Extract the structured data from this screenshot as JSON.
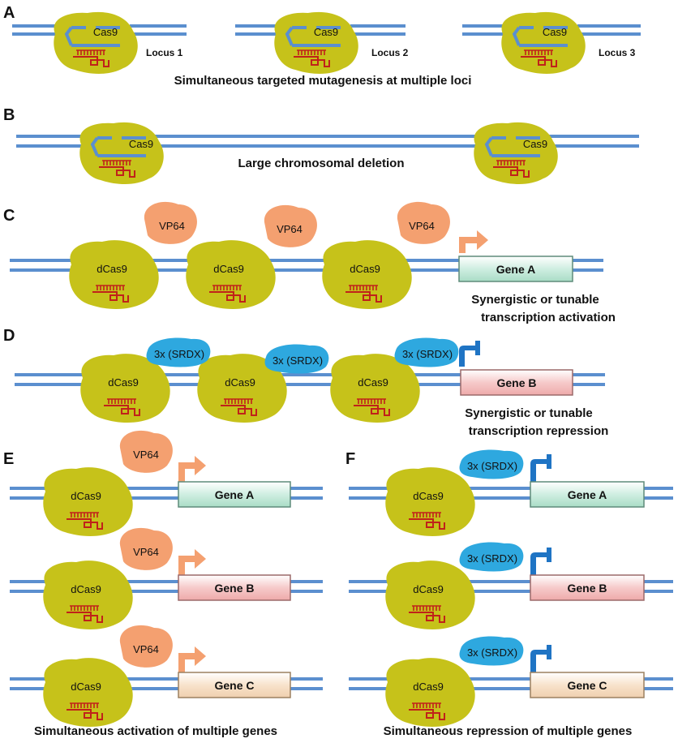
{
  "panels": {
    "A": {
      "label": "A",
      "cas9_label": "Cas9",
      "loci": [
        "Locus 1",
        "Locus 2",
        "Locus 3"
      ],
      "caption": "Simultaneous targeted mutagenesis at multiple loci"
    },
    "B": {
      "label": "B",
      "cas9_label": "Cas9",
      "caption": "Large chromosomal deletion"
    },
    "C": {
      "label": "C",
      "dcas9_label": "dCas9",
      "effector": "VP64",
      "gene": "Gene A",
      "caption_line1": "Synergistic  or tunable",
      "caption_line2": "transcription activation"
    },
    "D": {
      "label": "D",
      "dcas9_label": "dCas9",
      "effector": "3x (SRDX)",
      "gene": "Gene B",
      "caption_line1": "Synergistic or tunable",
      "caption_line2": "transcription repression"
    },
    "E": {
      "label": "E",
      "dcas9_label": "dCas9",
      "effector": "VP64",
      "genes": [
        "Gene A",
        "Gene B",
        "Gene C"
      ],
      "caption": "Simultaneous activation of multiple genes"
    },
    "F": {
      "label": "F",
      "dcas9_label": "dCas9",
      "effector": "3x (SRDX)",
      "genes": [
        "Gene A",
        "Gene B",
        "Gene C"
      ],
      "caption": "Simultaneous repression of multiple genes"
    }
  },
  "colors": {
    "dna": "#5b8fcf",
    "cas9_body": "#c6c21a",
    "guide_rna": "#c0221a",
    "vp64": "#f4a070",
    "srdx": "#2ea8df",
    "activation_arrow": "#f4a070",
    "repression_bar": "#1f74c4",
    "gene_a": "#d9f0e6",
    "gene_b": "#f6cccc",
    "gene_c": "#f7e6d2"
  }
}
